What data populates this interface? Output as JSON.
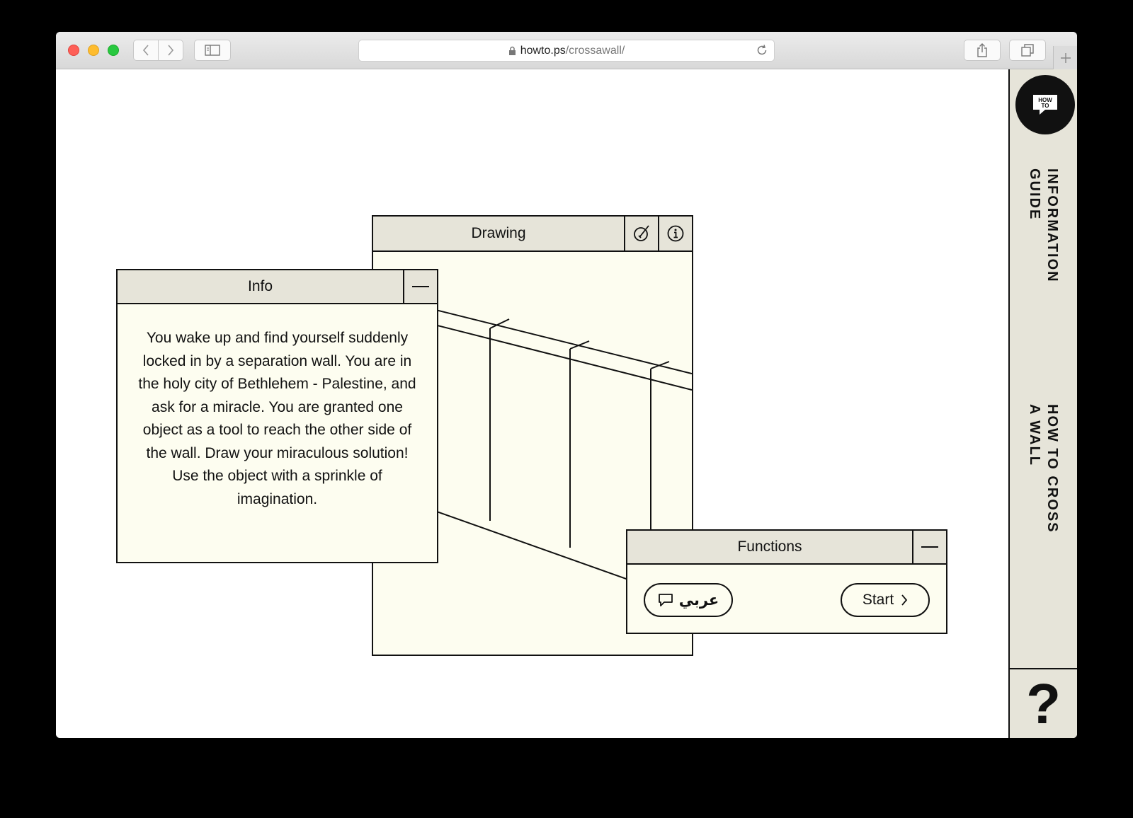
{
  "browser": {
    "url_host": "howto.ps",
    "url_path": "/crossawall/"
  },
  "drawing_panel": {
    "title": "Drawing",
    "icons": [
      "brush-icon",
      "info-icon"
    ]
  },
  "info_panel": {
    "title": "Info",
    "text": "You wake up and find yourself suddenly locked in by a separation wall. You are in the holy city of Bethlehem - Palestine, and ask for a miracle. You are granted one object as a tool to reach the other side of the wall. Draw your miraculous solution! Use the object with a sprinkle of imagination."
  },
  "functions_panel": {
    "title": "Functions",
    "language_button": "عربي",
    "start_button": "Start"
  },
  "sidebar": {
    "logo_text_top": "HOW",
    "logo_text_bottom": "TO",
    "link1_line1": "INFORMATION",
    "link1_line2": "GUIDE",
    "link2_line1": "HOW TO CROSS",
    "link2_line2": "A WALL",
    "help": "?"
  },
  "colors": {
    "panel_bg": "#fdfdf0",
    "header_bg": "#e6e4d9",
    "ink": "#111111"
  }
}
